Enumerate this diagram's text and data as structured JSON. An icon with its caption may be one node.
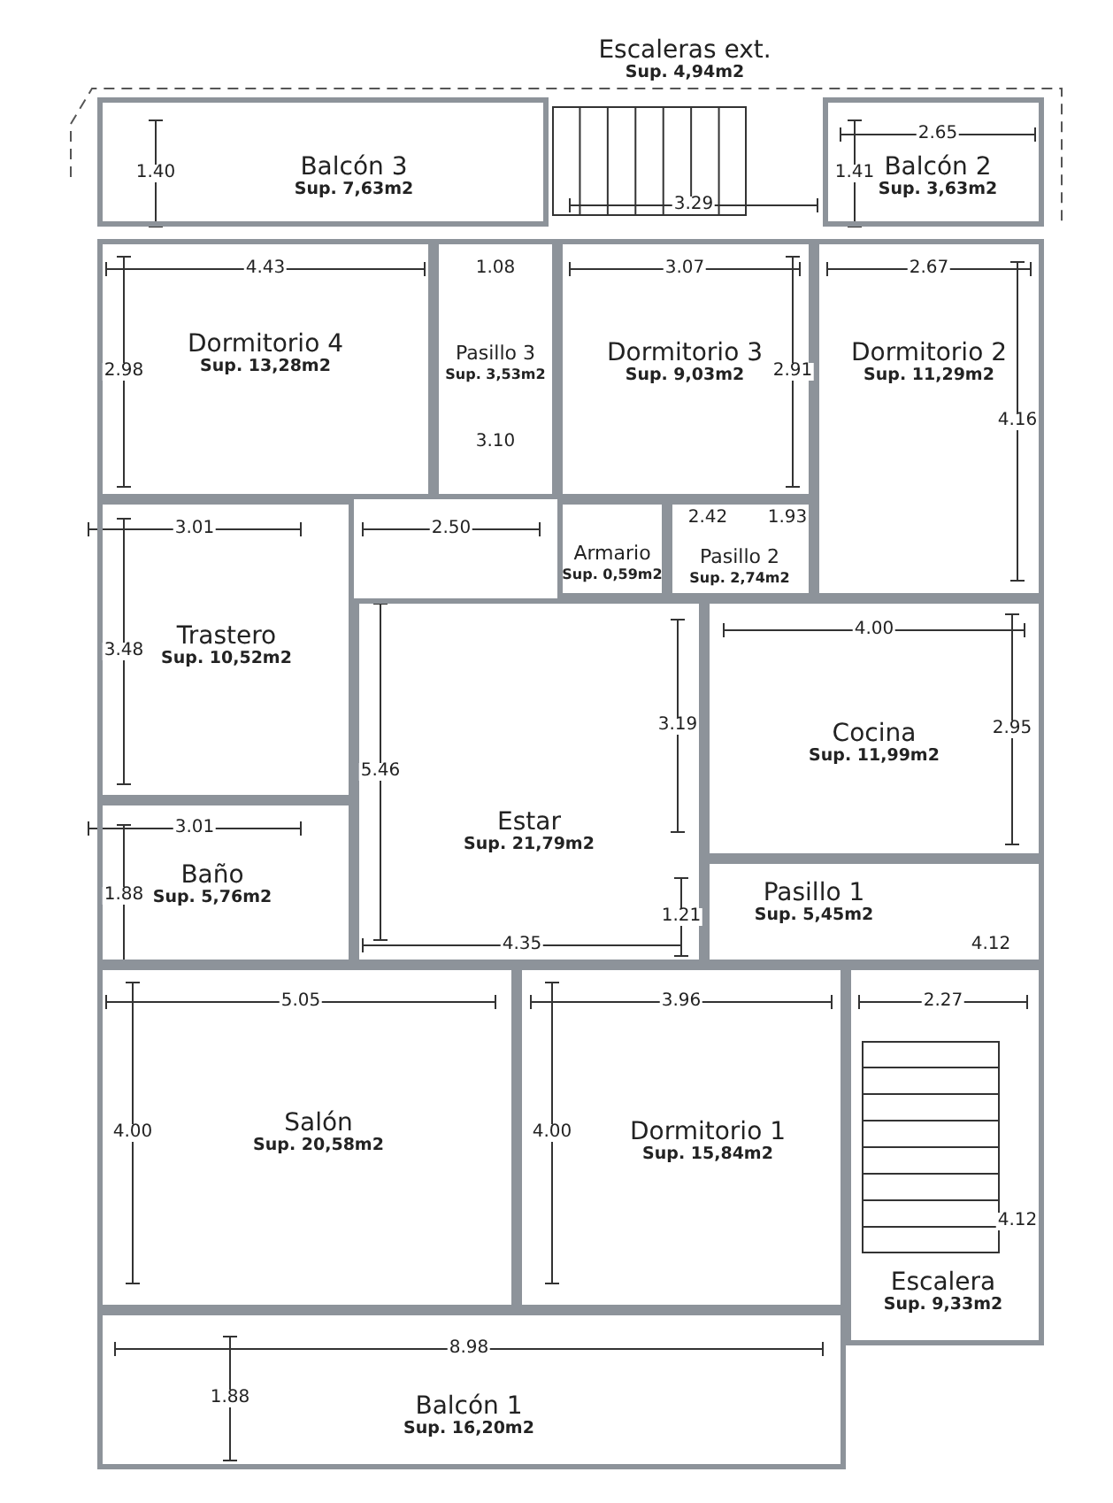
{
  "diagram": {
    "nodes": [
      {
        "text": [
          "Escaleras ext.",
          "Sup. 4,94m2"
        ]
      },
      {
        "text": [
          "Balcón 3",
          "Sup. 7,63m2"
        ]
      },
      {
        "text": [
          "Balcón 2",
          "Sup. 3,63m2"
        ]
      },
      {
        "text": [
          "Dormitorio 4",
          "Sup. 13,28m2"
        ]
      },
      {
        "text": [
          "Pasillo 3",
          "Sup. 3,53m2"
        ]
      },
      {
        "text": [
          "Dormitorio 3",
          "Sup. 9,03m2"
        ]
      },
      {
        "text": [
          "Dormitorio 2",
          "Sup. 11,29m2"
        ]
      },
      {
        "text": [
          "Armario",
          "Sup. 0,59m2"
        ]
      },
      {
        "text": [
          "Pasillo 2",
          "Sup. 2,74m2"
        ]
      },
      {
        "text": [
          "Trastero",
          "Sup. 10,52m2"
        ]
      },
      {
        "text": [
          "Estar",
          "Sup. 21,79m2"
        ]
      },
      {
        "text": [
          "Cocina",
          "Sup. 11,99m2"
        ]
      },
      {
        "text": [
          "Baño",
          "Sup. 5,76m2"
        ]
      },
      {
        "text": [
          "Pasillo 1",
          "Sup. 5,45m2"
        ]
      },
      {
        "text": [
          "Salón",
          "Sup. 20,58m2"
        ]
      },
      {
        "text": [
          "Dormitorio 1",
          "Sup. 15,84m2"
        ]
      },
      {
        "text": [
          "Escalera",
          "Sup. 9,33m2"
        ]
      },
      {
        "text": [
          "Balcón 1",
          "Sup. 16,20m2"
        ]
      }
    ],
    "edges": [],
    "labels": [
      "2.65",
      "1.40",
      "1.41",
      "3.29",
      "4.43",
      "1.08",
      "3.07",
      "2.67",
      "2.98",
      "3.10",
      "2.91",
      "4.16",
      "3.01",
      "2.50",
      "2.42",
      "1.93",
      "4.00",
      "3.48",
      "5.46",
      "3.19",
      "2.95",
      "3.01",
      "1.88",
      "1.21",
      "4.35",
      "4.12",
      "5.05",
      "3.96",
      "2.27",
      "4.00",
      "4.00",
      "4.12",
      "8.98",
      "1.88"
    ]
  }
}
